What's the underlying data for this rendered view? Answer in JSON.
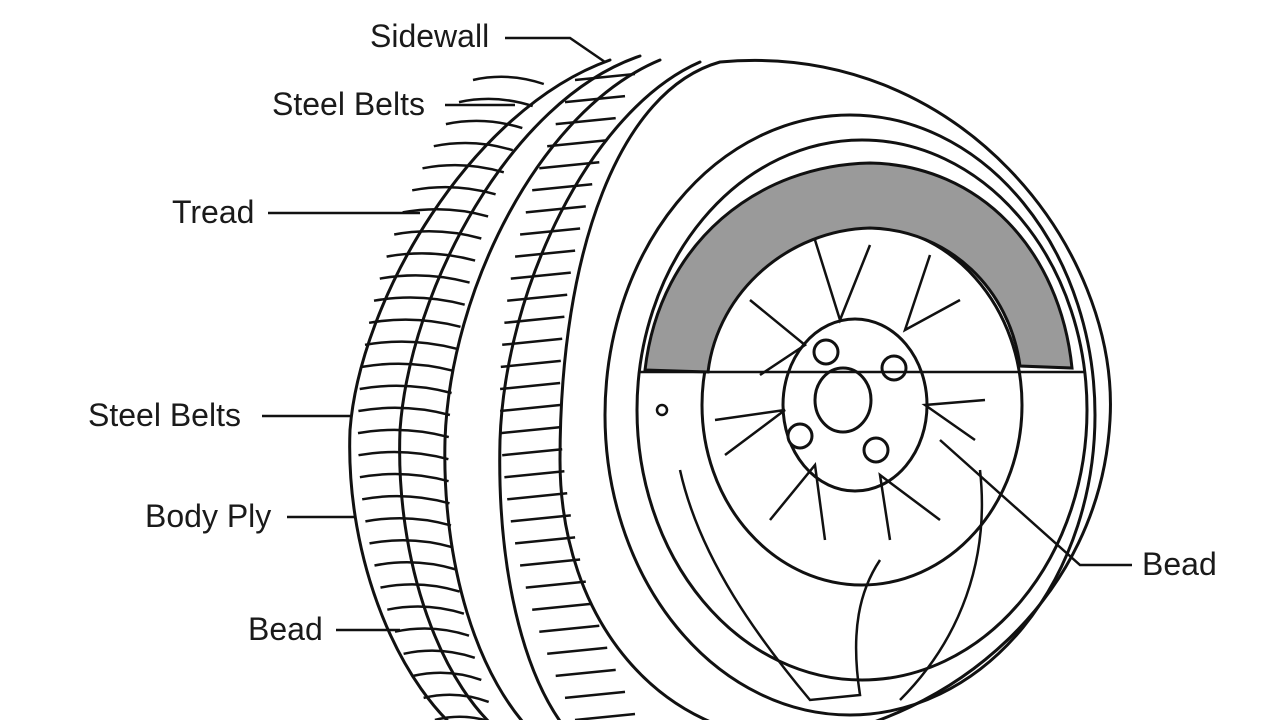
{
  "diagram": {
    "labels": {
      "sidewall": "Sidewall",
      "steel_belts_top": "Steel Belts",
      "tread": "Tread",
      "steel_belts_mid": "Steel Belts",
      "body_ply": "Body Ply",
      "bead_left": "Bead",
      "bead_right": "Bead"
    },
    "colors": {
      "line": "#111111",
      "highlight_band": "#9a9a9a",
      "background": "#ffffff"
    }
  }
}
